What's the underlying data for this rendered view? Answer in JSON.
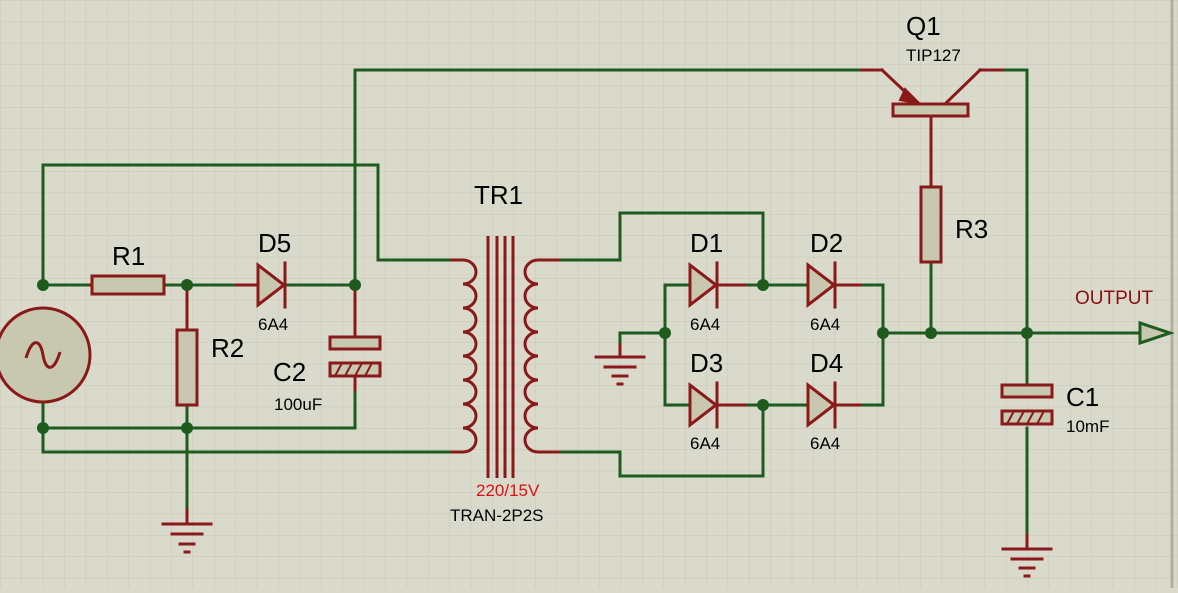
{
  "colors": {
    "background": "#d9d9cc",
    "grid": "#c6c6b7",
    "wire": "#1e5c1e",
    "component": "#8a1a1a",
    "component_fill": "#c8c8b0",
    "value_red": "#e01010"
  },
  "components": {
    "q1": {
      "ref": "Q1",
      "value": "TIP127"
    },
    "tr1": {
      "ref": "TR1",
      "value": "220/15V",
      "type": "TRAN-2P2S"
    },
    "r1": {
      "ref": "R1"
    },
    "r2": {
      "ref": "R2"
    },
    "r3": {
      "ref": "R3"
    },
    "d1": {
      "ref": "D1",
      "value": "6A4"
    },
    "d2": {
      "ref": "D2",
      "value": "6A4"
    },
    "d3": {
      "ref": "D3",
      "value": "6A4"
    },
    "d4": {
      "ref": "D4",
      "value": "6A4"
    },
    "d5": {
      "ref": "D5",
      "value": "6A4"
    },
    "c1": {
      "ref": "C1",
      "value": "10mF"
    },
    "c2": {
      "ref": "C2",
      "value": "100uF"
    }
  },
  "terminals": {
    "output": "OUTPUT"
  }
}
